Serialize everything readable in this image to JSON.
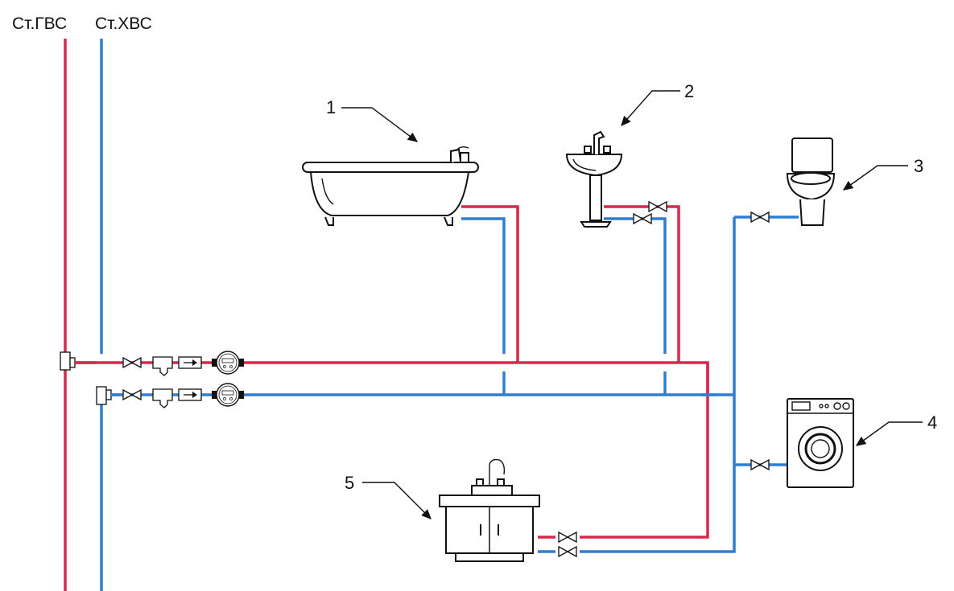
{
  "risers": {
    "hot_label": "Ст.ГВС",
    "cold_label": "Ст.ХВС"
  },
  "colors": {
    "hot": "#d6284a",
    "cold": "#2f7fd1",
    "outline": "#111111"
  },
  "fixtures": [
    {
      "number": "1",
      "icon": "bathtub-icon"
    },
    {
      "number": "2",
      "icon": "washbasin-icon"
    },
    {
      "number": "3",
      "icon": "toilet-icon"
    },
    {
      "number": "4",
      "icon": "washing-machine-icon"
    },
    {
      "number": "5",
      "icon": "kitchen-sink-icon"
    }
  ],
  "meter_icons": [
    "valve-icon",
    "filter-icon",
    "check-valve-icon",
    "water-meter-icon"
  ]
}
